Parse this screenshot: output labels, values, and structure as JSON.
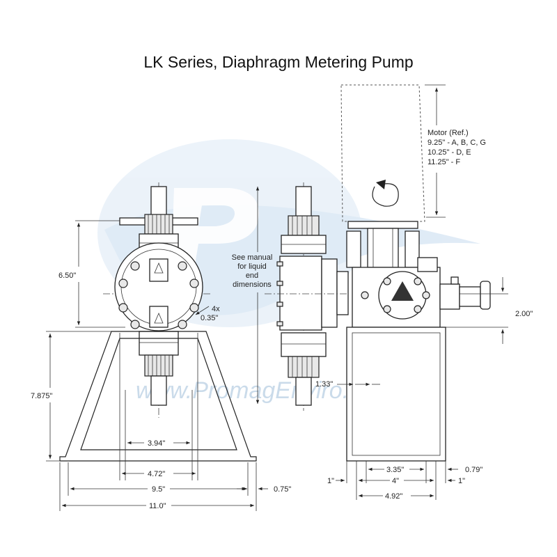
{
  "title": "LK Series, Diaphragm Metering Pump",
  "watermark": "www.PromagEnviro.com",
  "colors": {
    "line": "#222222",
    "watermark": "#a9c7e3",
    "background": "#ffffff"
  },
  "annotations": {
    "motor_ref": [
      "Motor (Ref.)",
      "9.25\" - A, B, C, G",
      "10.25\" - D, E",
      "11.25\" - F"
    ],
    "liquid_end_note": [
      "See manual",
      "for liquid",
      "end",
      "dimensions"
    ],
    "bolt_holes": [
      "4x",
      "0.35\""
    ]
  },
  "dimensions": {
    "d_650": "6.50\"",
    "d_7875": "7.875\"",
    "d_394": "3.94\"",
    "d_472": "4.72\"",
    "d_95": "9.5\"",
    "d_110": "11.0\"",
    "d_075": "0.75\"",
    "d_133": "1.33\"",
    "d_200": "2.00\"",
    "d_335": "3.35\"",
    "d_4": "4\"",
    "d_492": "4.92\"",
    "d_079": "0.79\"",
    "d_1_left": "1\"",
    "d_1_right": "1\""
  }
}
